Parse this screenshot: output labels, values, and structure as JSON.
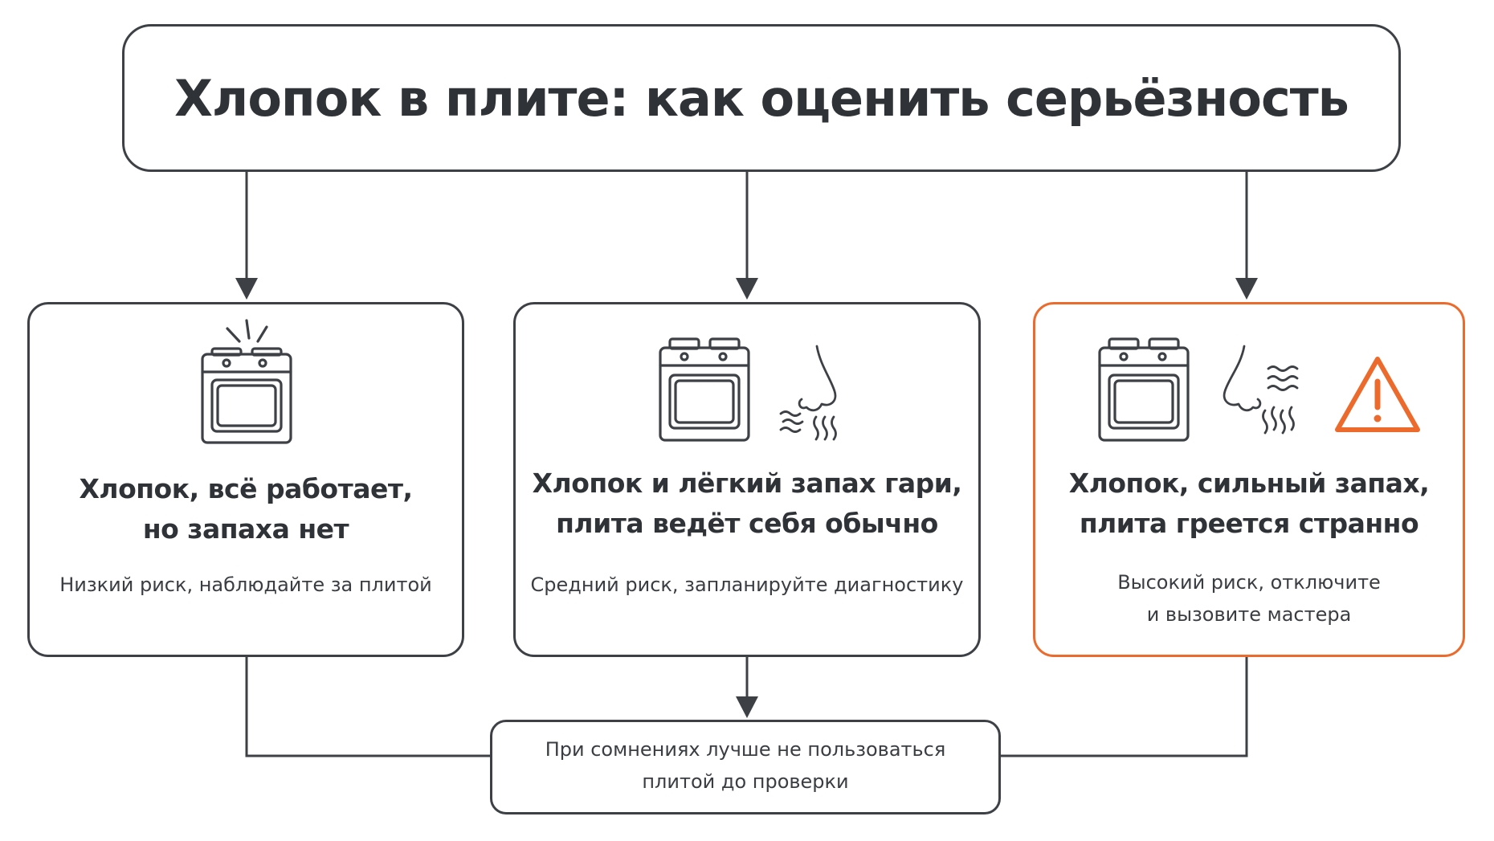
{
  "title": "Хлопок в плите: как оценить серьёзность",
  "cards": [
    {
      "heading_line1": "Хлопок, всё работает,",
      "heading_line2": "но запаха нет",
      "note_line1": "Низкий риск, наблюдайте за плитой",
      "note_line2": "",
      "icons": [
        "stove-with-pop-icon"
      ]
    },
    {
      "heading_line1": "Хлопок и лёгкий запах гари,",
      "heading_line2": "плита ведёт себя обычно",
      "note_line1": "Средний риск, запланируйте диагностику",
      "note_line2": "",
      "icons": [
        "stove-icon",
        "nose-smell-icon"
      ]
    },
    {
      "heading_line1": "Хлопок, сильный запах,",
      "heading_line2": "плита греется странно",
      "note_line1": "Высокий риск, отключите",
      "note_line2": "и вызовите мастера",
      "icons": [
        "stove-icon",
        "nose-strong-smell-icon",
        "warning-icon"
      ]
    }
  ],
  "conclusion": {
    "line1": "При сомнениях лучше не пользоваться",
    "line2": "плитой до проверки"
  },
  "colors": {
    "outline": "#3d4146",
    "text": "#2f3236",
    "high_risk_accent": "#ec6a2c"
  }
}
